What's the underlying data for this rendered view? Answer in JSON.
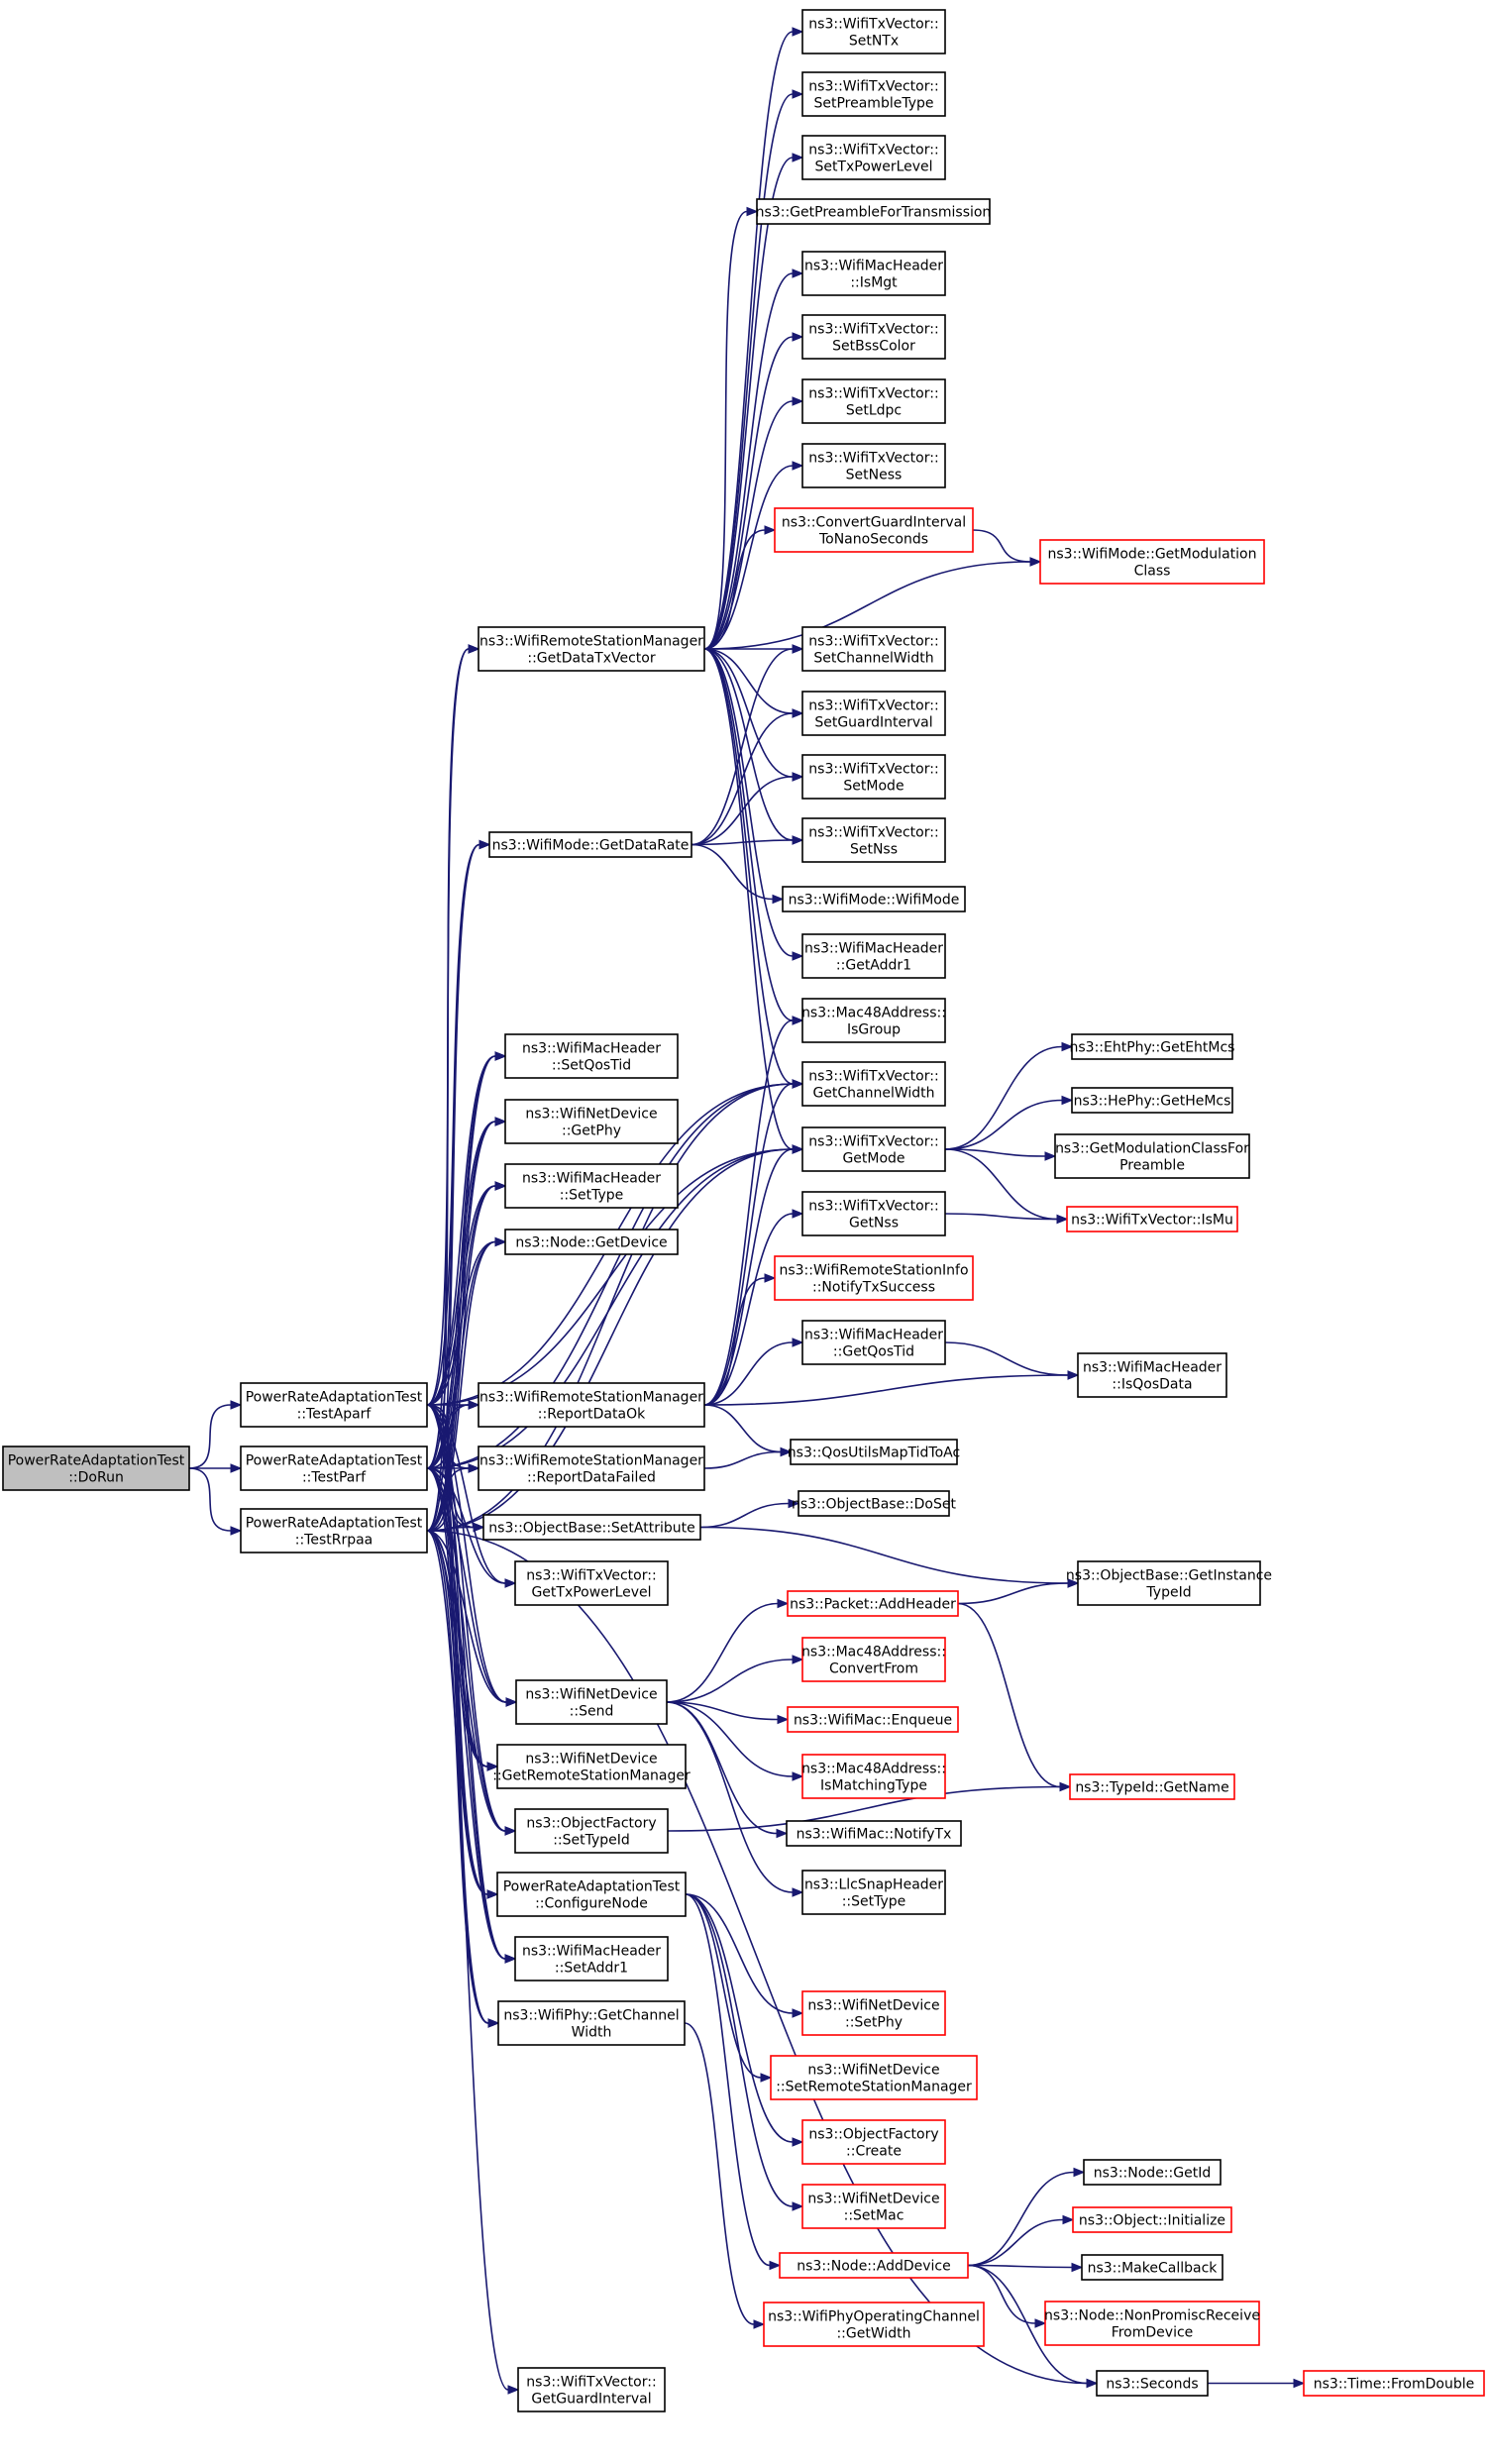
{
  "colors": {
    "edge": "#191970",
    "box_plain": "#000000",
    "box_external": "#ff0000",
    "root_fill": "#bfbfbf",
    "node_fill": "#ffffff"
  },
  "nodes": [
    {
      "id": "dorun",
      "lines": [
        "PowerRateAdaptationTest",
        "::DoRun"
      ],
      "style": "root"
    },
    {
      "id": "testaparf",
      "lines": [
        "PowerRateAdaptationTest",
        "::TestAparf"
      ],
      "style": "plain"
    },
    {
      "id": "testparf",
      "lines": [
        "PowerRateAdaptationTest",
        "::TestParf"
      ],
      "style": "plain"
    },
    {
      "id": "testrrpaa",
      "lines": [
        "PowerRateAdaptationTest",
        "::TestRrpaa"
      ],
      "style": "plain"
    },
    {
      "id": "getdatatxvector",
      "lines": [
        "ns3::WifiRemoteStationManager",
        "::GetDataTxVector"
      ],
      "style": "plain"
    },
    {
      "id": "getdatarate",
      "lines": [
        "ns3::WifiMode::GetDataRate"
      ],
      "style": "plain"
    },
    {
      "id": "setqostid",
      "lines": [
        "ns3::WifiMacHeader",
        "::SetQosTid"
      ],
      "style": "plain"
    },
    {
      "id": "getphy",
      "lines": [
        "ns3::WifiNetDevice",
        "::GetPhy"
      ],
      "style": "plain"
    },
    {
      "id": "settype",
      "lines": [
        "ns3::WifiMacHeader",
        "::SetType"
      ],
      "style": "plain"
    },
    {
      "id": "getdevice",
      "lines": [
        "ns3::Node::GetDevice"
      ],
      "style": "plain"
    },
    {
      "id": "reportdataok",
      "lines": [
        "ns3::WifiRemoteStationManager",
        "::ReportDataOk"
      ],
      "style": "plain"
    },
    {
      "id": "reportdatafailed",
      "lines": [
        "ns3::WifiRemoteStationManager",
        "::ReportDataFailed"
      ],
      "style": "plain"
    },
    {
      "id": "setattribute",
      "lines": [
        "ns3::ObjectBase::SetAttribute"
      ],
      "style": "plain"
    },
    {
      "id": "gettxpowerlevel",
      "lines": [
        "ns3::WifiTxVector::",
        "GetTxPowerLevel"
      ],
      "style": "plain"
    },
    {
      "id": "send",
      "lines": [
        "ns3::WifiNetDevice",
        "::Send"
      ],
      "style": "plain"
    },
    {
      "id": "getremotestationmanager",
      "lines": [
        "ns3::WifiNetDevice",
        "::GetRemoteStationManager"
      ],
      "style": "plain"
    },
    {
      "id": "settypeid",
      "lines": [
        "ns3::ObjectFactory",
        "::SetTypeId"
      ],
      "style": "plain"
    },
    {
      "id": "configurenode",
      "lines": [
        "PowerRateAdaptationTest",
        "::ConfigureNode"
      ],
      "style": "plain"
    },
    {
      "id": "setaddr1",
      "lines": [
        "ns3::WifiMacHeader",
        "::SetAddr1"
      ],
      "style": "plain"
    },
    {
      "id": "getchannelwidthphy",
      "lines": [
        "ns3::WifiPhy::GetChannel",
        "Width"
      ],
      "style": "plain"
    },
    {
      "id": "getguardinterval",
      "lines": [
        "ns3::WifiTxVector::",
        "GetGuardInterval"
      ],
      "style": "plain"
    },
    {
      "id": "setntx",
      "lines": [
        "ns3::WifiTxVector::",
        "SetNTx"
      ],
      "style": "plain"
    },
    {
      "id": "setpreambletype",
      "lines": [
        "ns3::WifiTxVector::",
        "SetPreambleType"
      ],
      "style": "plain"
    },
    {
      "id": "settxpowerlevel",
      "lines": [
        "ns3::WifiTxVector::",
        "SetTxPowerLevel"
      ],
      "style": "plain"
    },
    {
      "id": "getpreamble",
      "lines": [
        "ns3::GetPreambleForTransmission"
      ],
      "style": "plain"
    },
    {
      "id": "ismgt",
      "lines": [
        "ns3::WifiMacHeader",
        "::IsMgt"
      ],
      "style": "plain"
    },
    {
      "id": "setbsscolor",
      "lines": [
        "ns3::WifiTxVector::",
        "SetBssColor"
      ],
      "style": "plain"
    },
    {
      "id": "setldpc",
      "lines": [
        "ns3::WifiTxVector::",
        "SetLdpc"
      ],
      "style": "plain"
    },
    {
      "id": "setness",
      "lines": [
        "ns3::WifiTxVector::",
        "SetNess"
      ],
      "style": "plain"
    },
    {
      "id": "convertgi",
      "lines": [
        "ns3::ConvertGuardInterval",
        "ToNanoSeconds"
      ],
      "style": "external"
    },
    {
      "id": "setchannelwidth",
      "lines": [
        "ns3::WifiTxVector::",
        "SetChannelWidth"
      ],
      "style": "plain"
    },
    {
      "id": "setguardinterval",
      "lines": [
        "ns3::WifiTxVector::",
        "SetGuardInterval"
      ],
      "style": "plain"
    },
    {
      "id": "setmode",
      "lines": [
        "ns3::WifiTxVector::",
        "SetMode"
      ],
      "style": "plain"
    },
    {
      "id": "setnss",
      "lines": [
        "ns3::WifiTxVector::",
        "SetNss"
      ],
      "style": "plain"
    },
    {
      "id": "wifimode",
      "lines": [
        "ns3::WifiMode::WifiMode"
      ],
      "style": "plain"
    },
    {
      "id": "getaddr1",
      "lines": [
        "ns3::WifiMacHeader",
        "::GetAddr1"
      ],
      "style": "plain"
    },
    {
      "id": "isgroup",
      "lines": [
        "ns3::Mac48Address::",
        "IsGroup"
      ],
      "style": "plain"
    },
    {
      "id": "getchannelwidthtx",
      "lines": [
        "ns3::WifiTxVector::",
        "GetChannelWidth"
      ],
      "style": "plain"
    },
    {
      "id": "getmode",
      "lines": [
        "ns3::WifiTxVector::",
        "GetMode"
      ],
      "style": "plain"
    },
    {
      "id": "getnss",
      "lines": [
        "ns3::WifiTxVector::",
        "GetNss"
      ],
      "style": "plain"
    },
    {
      "id": "notifytxsuccess",
      "lines": [
        "ns3::WifiRemoteStationInfo",
        "::NotifyTxSuccess"
      ],
      "style": "external"
    },
    {
      "id": "getqostid",
      "lines": [
        "ns3::WifiMacHeader",
        "::GetQosTid"
      ],
      "style": "plain"
    },
    {
      "id": "qosutils",
      "lines": [
        "ns3::QosUtilsMapTidToAc"
      ],
      "style": "plain"
    },
    {
      "id": "doset",
      "lines": [
        "ns3::ObjectBase::DoSet"
      ],
      "style": "plain"
    },
    {
      "id": "addheader",
      "lines": [
        "ns3::Packet::AddHeader"
      ],
      "style": "external"
    },
    {
      "id": "convertfrom",
      "lines": [
        "ns3::Mac48Address::",
        "ConvertFrom"
      ],
      "style": "external"
    },
    {
      "id": "enqueue",
      "lines": [
        "ns3::WifiMac::Enqueue"
      ],
      "style": "external"
    },
    {
      "id": "ismatchingtype",
      "lines": [
        "ns3::Mac48Address::",
        "IsMatchingType"
      ],
      "style": "external"
    },
    {
      "id": "notifytx",
      "lines": [
        "ns3::WifiMac::NotifyTx"
      ],
      "style": "plain"
    },
    {
      "id": "llcsettype",
      "lines": [
        "ns3::LlcSnapHeader",
        "::SetType"
      ],
      "style": "plain"
    },
    {
      "id": "setphy",
      "lines": [
        "ns3::WifiNetDevice",
        "::SetPhy"
      ],
      "style": "external"
    },
    {
      "id": "setrsm",
      "lines": [
        "ns3::WifiNetDevice",
        "::SetRemoteStationManager"
      ],
      "style": "external"
    },
    {
      "id": "create",
      "lines": [
        "ns3::ObjectFactory",
        "::Create"
      ],
      "style": "external"
    },
    {
      "id": "setmac",
      "lines": [
        "ns3::WifiNetDevice",
        "::SetMac"
      ],
      "style": "external"
    },
    {
      "id": "adddevice",
      "lines": [
        "ns3::Node::AddDevice"
      ],
      "style": "external"
    },
    {
      "id": "getwidth",
      "lines": [
        "ns3::WifiPhyOperatingChannel",
        "::GetWidth"
      ],
      "style": "external"
    },
    {
      "id": "getmodulationclass",
      "lines": [
        "ns3::WifiMode::GetModulation",
        "Class"
      ],
      "style": "external"
    },
    {
      "id": "getehtmcs",
      "lines": [
        "ns3::EhtPhy::GetEhtMcs"
      ],
      "style": "plain"
    },
    {
      "id": "gethemcs",
      "lines": [
        "ns3::HePhy::GetHeMcs"
      ],
      "style": "plain"
    },
    {
      "id": "getmodclasspreamble",
      "lines": [
        "ns3::GetModulationClassFor",
        "Preamble"
      ],
      "style": "plain"
    },
    {
      "id": "ismu",
      "lines": [
        "ns3::WifiTxVector::IsMu"
      ],
      "style": "external"
    },
    {
      "id": "isqosdata",
      "lines": [
        "ns3::WifiMacHeader",
        "::IsQosData"
      ],
      "style": "plain"
    },
    {
      "id": "getinstancetypeid",
      "lines": [
        "ns3::ObjectBase::GetInstance",
        "TypeId"
      ],
      "style": "plain"
    },
    {
      "id": "typeidgetname",
      "lines": [
        "ns3::TypeId::GetName"
      ],
      "style": "external"
    },
    {
      "id": "getid",
      "lines": [
        "ns3::Node::GetId"
      ],
      "style": "plain"
    },
    {
      "id": "initialize",
      "lines": [
        "ns3::Object::Initialize"
      ],
      "style": "external"
    },
    {
      "id": "makecallback",
      "lines": [
        "ns3::MakeCallback"
      ],
      "style": "plain"
    },
    {
      "id": "nonpromisc",
      "lines": [
        "ns3::Node::NonPromiscReceive",
        "FromDevice"
      ],
      "style": "external"
    },
    {
      "id": "seconds",
      "lines": [
        "ns3::Seconds"
      ],
      "style": "plain"
    },
    {
      "id": "fromdouble",
      "lines": [
        "ns3::Time::FromDouble"
      ],
      "style": "external"
    }
  ],
  "edges": [
    [
      "dorun",
      "testaparf"
    ],
    [
      "dorun",
      "testparf"
    ],
    [
      "dorun",
      "testrrpaa"
    ],
    [
      "testaparf",
      "getdatatxvector"
    ],
    [
      "testaparf",
      "getdatarate"
    ],
    [
      "testaparf",
      "setqostid"
    ],
    [
      "testaparf",
      "getphy"
    ],
    [
      "testaparf",
      "settype"
    ],
    [
      "testaparf",
      "getdevice"
    ],
    [
      "testaparf",
      "reportdataok"
    ],
    [
      "testaparf",
      "reportdatafailed"
    ],
    [
      "testaparf",
      "setattribute"
    ],
    [
      "testaparf",
      "gettxpowerlevel"
    ],
    [
      "testaparf",
      "send"
    ],
    [
      "testaparf",
      "getremotestationmanager"
    ],
    [
      "testaparf",
      "settypeid"
    ],
    [
      "testaparf",
      "configurenode"
    ],
    [
      "testaparf",
      "setaddr1"
    ],
    [
      "testaparf",
      "getchannelwidthphy"
    ],
    [
      "testaparf",
      "getmode"
    ],
    [
      "testaparf",
      "getchannelwidthtx"
    ],
    [
      "testparf",
      "getdatatxvector"
    ],
    [
      "testparf",
      "getdatarate"
    ],
    [
      "testparf",
      "setqostid"
    ],
    [
      "testparf",
      "getphy"
    ],
    [
      "testparf",
      "settype"
    ],
    [
      "testparf",
      "getdevice"
    ],
    [
      "testparf",
      "reportdataok"
    ],
    [
      "testparf",
      "reportdatafailed"
    ],
    [
      "testparf",
      "setattribute"
    ],
    [
      "testparf",
      "gettxpowerlevel"
    ],
    [
      "testparf",
      "send"
    ],
    [
      "testparf",
      "getremotestationmanager"
    ],
    [
      "testparf",
      "settypeid"
    ],
    [
      "testparf",
      "configurenode"
    ],
    [
      "testparf",
      "setaddr1"
    ],
    [
      "testparf",
      "getchannelwidthphy"
    ],
    [
      "testparf",
      "getmode"
    ],
    [
      "testparf",
      "getchannelwidthtx"
    ],
    [
      "testrrpaa",
      "getdatatxvector"
    ],
    [
      "testrrpaa",
      "getdatarate"
    ],
    [
      "testrrpaa",
      "setqostid"
    ],
    [
      "testrrpaa",
      "getphy"
    ],
    [
      "testrrpaa",
      "settype"
    ],
    [
      "testrrpaa",
      "getdevice"
    ],
    [
      "testrrpaa",
      "reportdataok"
    ],
    [
      "testrrpaa",
      "reportdatafailed"
    ],
    [
      "testrrpaa",
      "setattribute"
    ],
    [
      "testrrpaa",
      "send"
    ],
    [
      "testrrpaa",
      "getremotestationmanager"
    ],
    [
      "testrrpaa",
      "settypeid"
    ],
    [
      "testrrpaa",
      "configurenode"
    ],
    [
      "testrrpaa",
      "setaddr1"
    ],
    [
      "testrrpaa",
      "getchannelwidthphy"
    ],
    [
      "testrrpaa",
      "getguardinterval"
    ],
    [
      "testrrpaa",
      "seconds"
    ],
    [
      "testrrpaa",
      "getmode"
    ],
    [
      "testrrpaa",
      "getchannelwidthtx"
    ],
    [
      "getdatatxvector",
      "setntx"
    ],
    [
      "getdatatxvector",
      "setpreambletype"
    ],
    [
      "getdatatxvector",
      "settxpowerlevel"
    ],
    [
      "getdatatxvector",
      "getpreamble"
    ],
    [
      "getdatatxvector",
      "ismgt"
    ],
    [
      "getdatatxvector",
      "setbsscolor"
    ],
    [
      "getdatatxvector",
      "setldpc"
    ],
    [
      "getdatatxvector",
      "setness"
    ],
    [
      "getdatatxvector",
      "convertgi"
    ],
    [
      "getdatatxvector",
      "getmodulationclass"
    ],
    [
      "getdatatxvector",
      "setchannelwidth"
    ],
    [
      "getdatatxvector",
      "setguardinterval"
    ],
    [
      "getdatatxvector",
      "setmode"
    ],
    [
      "getdatatxvector",
      "setnss"
    ],
    [
      "getdatatxvector",
      "getaddr1"
    ],
    [
      "getdatatxvector",
      "isgroup"
    ],
    [
      "getdatatxvector",
      "getchannelwidthtx"
    ],
    [
      "getdatatxvector",
      "getmode"
    ],
    [
      "convertgi",
      "getmodulationclass"
    ],
    [
      "getdatarate",
      "setchannelwidth"
    ],
    [
      "getdatarate",
      "setguardinterval"
    ],
    [
      "getdatarate",
      "setmode"
    ],
    [
      "getdatarate",
      "setnss"
    ],
    [
      "getdatarate",
      "wifimode"
    ],
    [
      "reportdataok",
      "getchannelwidthtx"
    ],
    [
      "reportdataok",
      "getmode"
    ],
    [
      "reportdataok",
      "getnss"
    ],
    [
      "reportdataok",
      "notifytxsuccess"
    ],
    [
      "reportdataok",
      "getqostid"
    ],
    [
      "reportdataok",
      "isqosdata"
    ],
    [
      "reportdataok",
      "qosutils"
    ],
    [
      "reportdataok",
      "isgroup"
    ],
    [
      "reportdatafailed",
      "qosutils"
    ],
    [
      "setattribute",
      "doset"
    ],
    [
      "setattribute",
      "getinstancetypeid"
    ],
    [
      "send",
      "addheader"
    ],
    [
      "send",
      "convertfrom"
    ],
    [
      "send",
      "enqueue"
    ],
    [
      "send",
      "ismatchingtype"
    ],
    [
      "send",
      "notifytx"
    ],
    [
      "send",
      "llcsettype"
    ],
    [
      "settypeid",
      "typeidgetname"
    ],
    [
      "configurenode",
      "setphy"
    ],
    [
      "configurenode",
      "setrsm"
    ],
    [
      "configurenode",
      "create"
    ],
    [
      "configurenode",
      "setmac"
    ],
    [
      "configurenode",
      "adddevice"
    ],
    [
      "getchannelwidthphy",
      "getwidth"
    ],
    [
      "getmode",
      "getehtmcs"
    ],
    [
      "getmode",
      "gethemcs"
    ],
    [
      "getmode",
      "getmodclasspreamble"
    ],
    [
      "getmode",
      "ismu"
    ],
    [
      "getnss",
      "ismu"
    ],
    [
      "getqostid",
      "isqosdata"
    ],
    [
      "addheader",
      "getinstancetypeid"
    ],
    [
      "addheader",
      "typeidgetname"
    ],
    [
      "adddevice",
      "getid"
    ],
    [
      "adddevice",
      "initialize"
    ],
    [
      "adddevice",
      "makecallback"
    ],
    [
      "adddevice",
      "nonpromisc"
    ],
    [
      "adddevice",
      "seconds"
    ],
    [
      "seconds",
      "fromdouble"
    ]
  ]
}
